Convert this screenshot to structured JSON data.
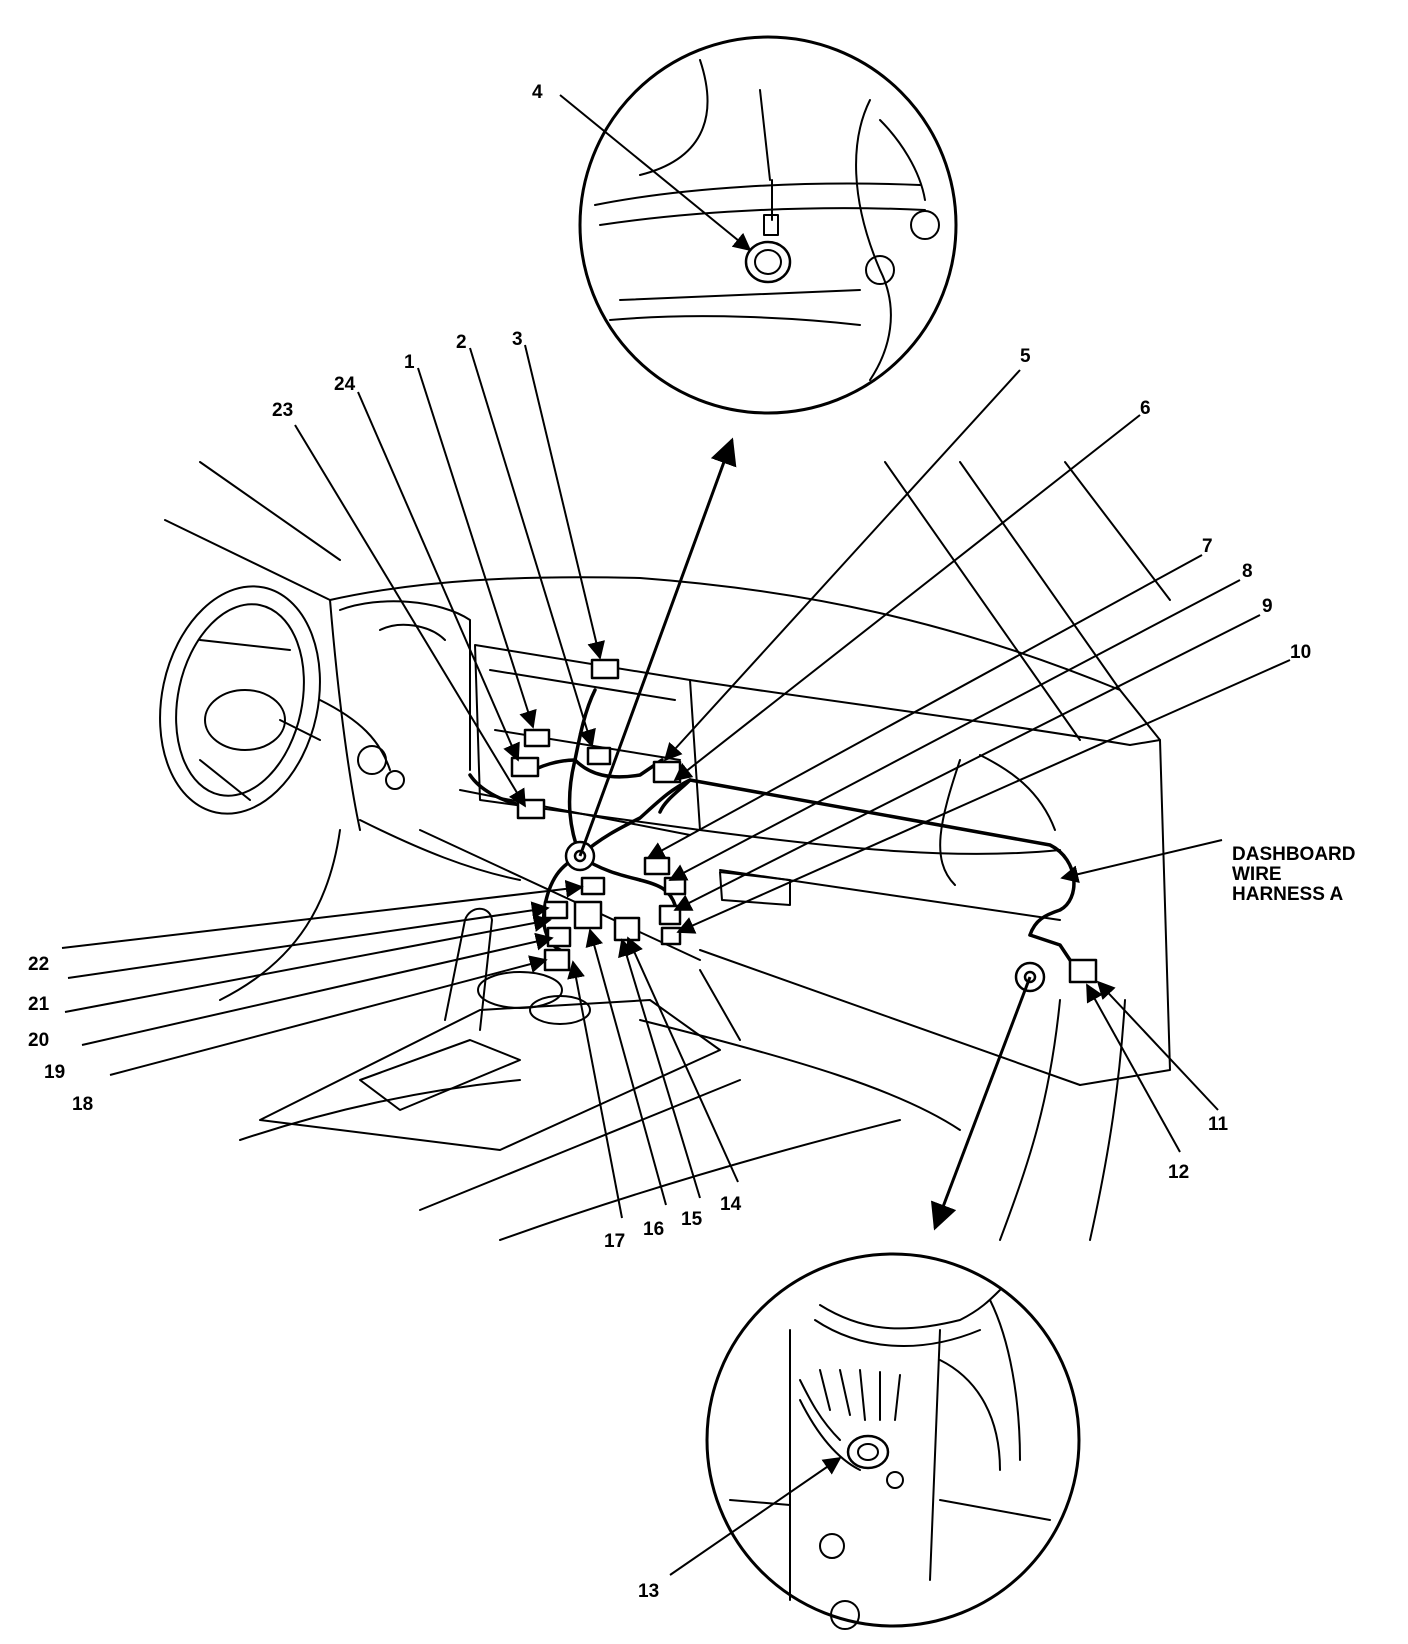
{
  "diagram": {
    "callouts": [
      {
        "id": "1",
        "label": "1"
      },
      {
        "id": "2",
        "label": "2"
      },
      {
        "id": "3",
        "label": "3"
      },
      {
        "id": "4",
        "label": "4"
      },
      {
        "id": "5",
        "label": "5"
      },
      {
        "id": "6",
        "label": "6"
      },
      {
        "id": "7",
        "label": "7"
      },
      {
        "id": "8",
        "label": "8"
      },
      {
        "id": "9",
        "label": "9"
      },
      {
        "id": "10",
        "label": "10"
      },
      {
        "id": "11",
        "label": "11"
      },
      {
        "id": "12",
        "label": "12"
      },
      {
        "id": "13",
        "label": "13"
      },
      {
        "id": "14",
        "label": "14"
      },
      {
        "id": "15",
        "label": "15"
      },
      {
        "id": "16",
        "label": "16"
      },
      {
        "id": "17",
        "label": "17"
      },
      {
        "id": "18",
        "label": "18"
      },
      {
        "id": "19",
        "label": "19"
      },
      {
        "id": "20",
        "label": "20"
      },
      {
        "id": "21",
        "label": "21"
      },
      {
        "id": "22",
        "label": "22"
      },
      {
        "id": "23",
        "label": "23"
      },
      {
        "id": "24",
        "label": "24"
      }
    ],
    "harness_label": [
      "DASHBOARD",
      "WIRE",
      "HARNESS A"
    ]
  }
}
